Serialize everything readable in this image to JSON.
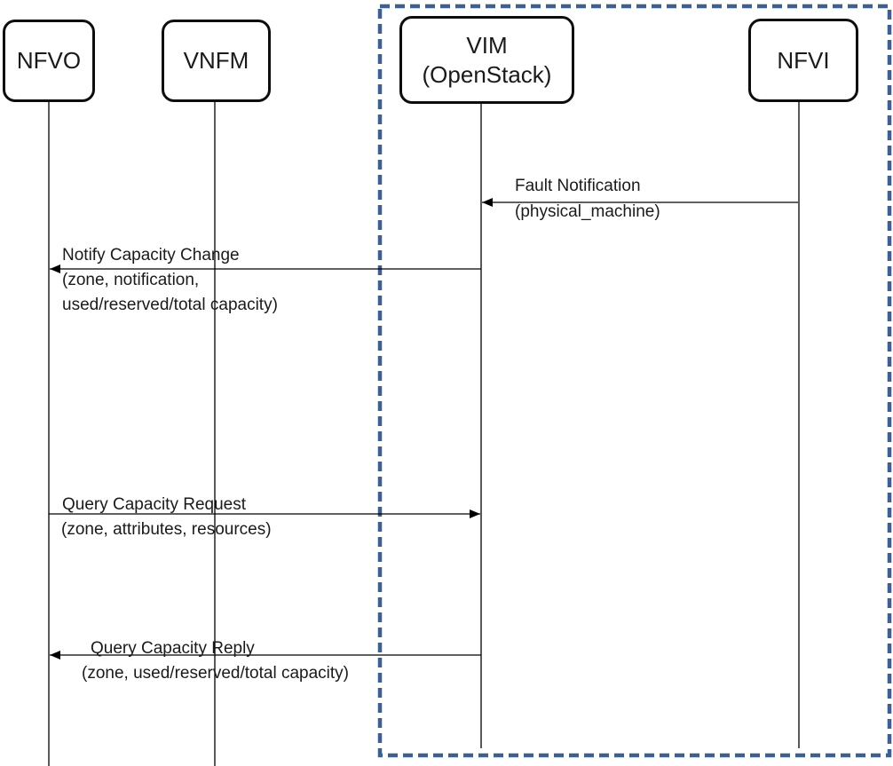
{
  "diagram": {
    "type": "sequence",
    "actors": [
      {
        "id": "nfvo",
        "name": "NFVO"
      },
      {
        "id": "vnfm",
        "name": "VNFM"
      },
      {
        "id": "vim",
        "name": "VIM\n(OpenStack)"
      },
      {
        "id": "nfvi",
        "name": "NFVI"
      }
    ],
    "scope": {
      "contains": [
        "VIM (OpenStack)",
        "NFVI"
      ],
      "border_style": "dashed",
      "border_color": "#3f5f8c"
    },
    "messages": [
      {
        "label": "Fault Notification",
        "params": "(physical_machine)",
        "from": "NFVI",
        "to": "VIM (OpenStack)",
        "direction": "left"
      },
      {
        "label": "Notify Capacity Change",
        "params": "(zone, notification,\nused/reserved/total capacity)",
        "from": "VIM (OpenStack)",
        "to": "NFVO",
        "direction": "left"
      },
      {
        "label": "Query Capacity Request",
        "params": "(zone, attributes, resources)",
        "from": "NFVO",
        "to": "VIM (OpenStack)",
        "direction": "right"
      },
      {
        "label": "Query Capacity Reply",
        "params": "(zone, used/reserved/total capacity)",
        "from": "VIM (OpenStack)",
        "to": "NFVO",
        "direction": "left"
      }
    ],
    "colors": {
      "scope_border": "#3f5f8c",
      "line": "#000000",
      "box_border": "#0d0d0d",
      "text": "#1a1a1a",
      "background": "#ffffff"
    }
  }
}
